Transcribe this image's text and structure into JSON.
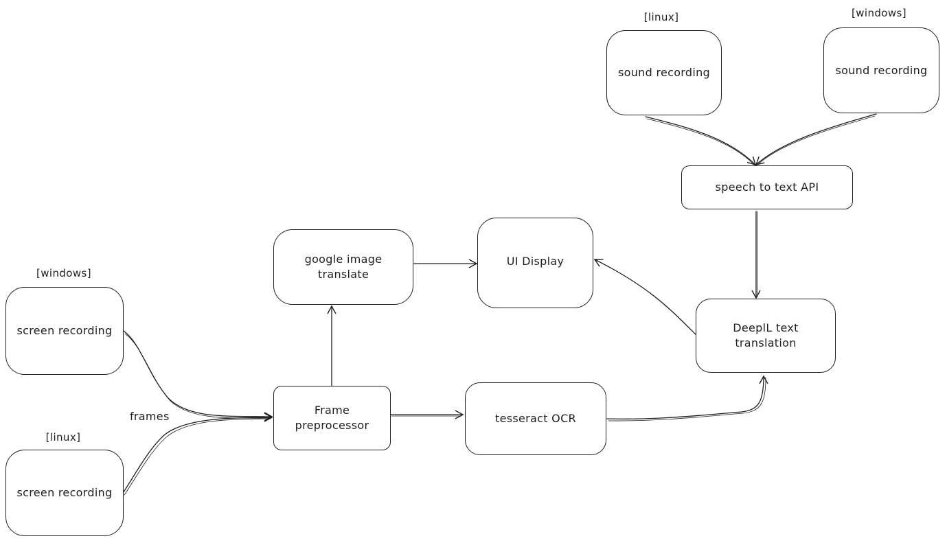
{
  "nodes": {
    "screen_rec_windows": {
      "tag": "[windows]",
      "label": "screen recording"
    },
    "screen_rec_linux": {
      "tag": "[linux]",
      "label": "screen recording"
    },
    "frame_preprocessor": {
      "line1": "Frame",
      "line2": "preprocessor"
    },
    "google_image_translate": {
      "line1": "google image",
      "line2": "translate"
    },
    "ui_display": {
      "label": "UI Display"
    },
    "tesseract_ocr": {
      "label": "tesseract OCR"
    },
    "deepl_translation": {
      "line1": "DeeplL text",
      "line2": "translation"
    },
    "speech_to_text": {
      "label": "speech to text API"
    },
    "sound_rec_linux": {
      "tag": "[linux]",
      "label": "sound recording"
    },
    "sound_rec_windows": {
      "tag": "[windows]",
      "label": "sound recording"
    }
  },
  "edges": {
    "frames_label": "frames"
  },
  "colors": {
    "stroke": "#1e1e1e",
    "background": "#ffffff"
  }
}
